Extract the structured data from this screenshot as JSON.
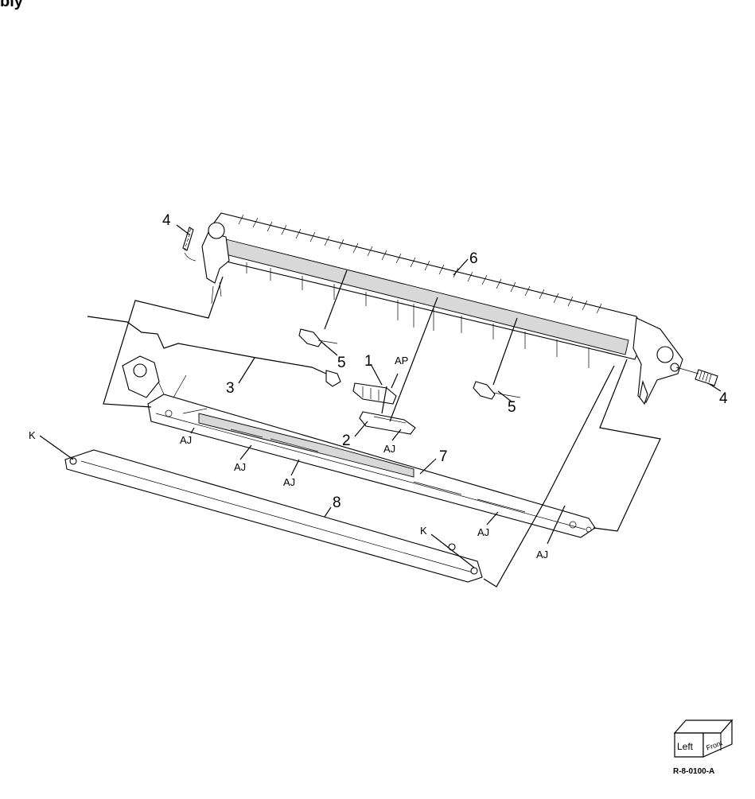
{
  "header": {
    "title_fragment": "bly"
  },
  "callouts": {
    "n1": "1",
    "n2": "2",
    "n3": "3",
    "n4_left": "4",
    "n4_right": "4",
    "n5_left": "5",
    "n5_right": "5",
    "n6": "6",
    "n7": "7",
    "n8": "8",
    "ap": "AP",
    "aj_1": "AJ",
    "aj_2": "AJ",
    "aj_3": "AJ",
    "aj_4": "AJ",
    "aj_5": "AJ",
    "aj_6": "AJ",
    "k_left": "K",
    "k_right": "K"
  },
  "orientation_cube": {
    "left_label": "Left",
    "front_label": "Front",
    "icon": "orientation-cube-icon"
  },
  "figure_code": "R-8-0100-A"
}
